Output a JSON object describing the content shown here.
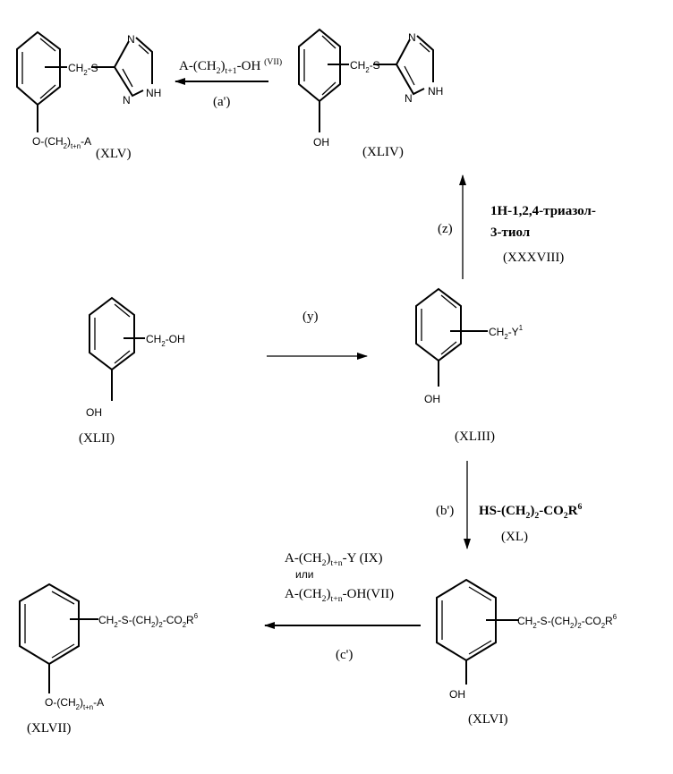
{
  "compounds": {
    "XLV": {
      "id": "(XLV)",
      "sub": [
        [
          "CH",
          ""
        ],
        [
          "2",
          "sub"
        ],
        [
          "-S",
          ""
        ]
      ],
      "oxy": [
        [
          "O-(CH",
          ""
        ],
        [
          "2",
          "sub"
        ],
        [
          ")",
          ""
        ],
        [
          "t+n",
          "sub"
        ],
        [
          "-A",
          ""
        ]
      ],
      "n4": "N",
      "n2": "N",
      "nh": "NH"
    },
    "XLIV": {
      "id": "(XLIV)",
      "sub": [
        [
          "CH",
          ""
        ],
        [
          "2",
          "sub"
        ],
        [
          "-S",
          ""
        ]
      ],
      "oh": "OH",
      "n4": "N",
      "n2": "N",
      "nh": "NH"
    },
    "XLII": {
      "id": "(XLII)",
      "sub": [
        [
          "CH",
          ""
        ],
        [
          "2",
          "sub"
        ],
        [
          "-OH",
          ""
        ]
      ],
      "oh": "OH"
    },
    "XLIII": {
      "id": "(XLIII)",
      "sub": [
        [
          "CH",
          ""
        ],
        [
          "2",
          "sub"
        ],
        [
          "-Y",
          ""
        ],
        [
          "1",
          "sup"
        ]
      ],
      "oh": "OH"
    },
    "XLVI": {
      "id": "(XLVI)",
      "sub": [
        [
          "CH",
          ""
        ],
        [
          "2",
          "sub"
        ],
        [
          "-S-(CH",
          ""
        ],
        [
          "2",
          "sub"
        ],
        [
          ")",
          ""
        ],
        [
          "2",
          "sub"
        ],
        [
          "-CO",
          ""
        ],
        [
          "2",
          "sub"
        ],
        [
          "R",
          ""
        ],
        [
          "6",
          "sup"
        ]
      ],
      "oh": "OH"
    },
    "XLVII": {
      "id": "(XLVII)",
      "sub": [
        [
          "CH",
          ""
        ],
        [
          "2",
          "sub"
        ],
        [
          "-S-(CH",
          ""
        ],
        [
          "2",
          "sub"
        ],
        [
          ")",
          ""
        ],
        [
          "2",
          "sub"
        ],
        [
          "-CO",
          ""
        ],
        [
          "2",
          "sub"
        ],
        [
          "R",
          ""
        ],
        [
          "6",
          "sup"
        ]
      ],
      "oxy": [
        [
          "O-(CH",
          ""
        ],
        [
          "2",
          "sub"
        ],
        [
          ")",
          ""
        ],
        [
          "t+n",
          "sub"
        ],
        [
          "-A",
          ""
        ]
      ]
    }
  },
  "steps": {
    "a": {
      "label": "(a')",
      "reagent": [
        [
          "A-(CH",
          ""
        ],
        [
          "2",
          "sub"
        ],
        [
          ")",
          ""
        ],
        [
          "t+1",
          "sub"
        ],
        [
          "-OH ",
          ""
        ],
        [
          "(VII)",
          "sup"
        ]
      ]
    },
    "z": {
      "label": "(z)",
      "reagent1": "1H-1,2,4-триазол-",
      "reagent2": "3-тиол",
      "reagent_id": "(XXXVIII)"
    },
    "y": {
      "label": "(y)"
    },
    "b": {
      "label": "(b')",
      "reagent": [
        [
          "HS-(CH",
          ""
        ],
        [
          "2",
          "sub"
        ],
        [
          ")",
          ""
        ],
        [
          "2",
          "sub"
        ],
        [
          "-CO",
          ""
        ],
        [
          "2",
          "sub"
        ],
        [
          "R",
          ""
        ],
        [
          "6",
          "sup"
        ]
      ],
      "reagent_id": "(XL)"
    },
    "c": {
      "label": "(c')",
      "reagent1": [
        [
          "A-(CH",
          ""
        ],
        [
          "2",
          "sub"
        ],
        [
          ")",
          ""
        ],
        [
          "t+n",
          "sub"
        ],
        [
          "-Y (IX)",
          ""
        ]
      ],
      "or": "или",
      "reagent2": [
        [
          "A-(CH",
          ""
        ],
        [
          "2",
          "sub"
        ],
        [
          ")",
          ""
        ],
        [
          "t+n",
          "sub"
        ],
        [
          "-OH",
          ""
        ],
        [
          "(VII)",
          ""
        ]
      ]
    }
  }
}
